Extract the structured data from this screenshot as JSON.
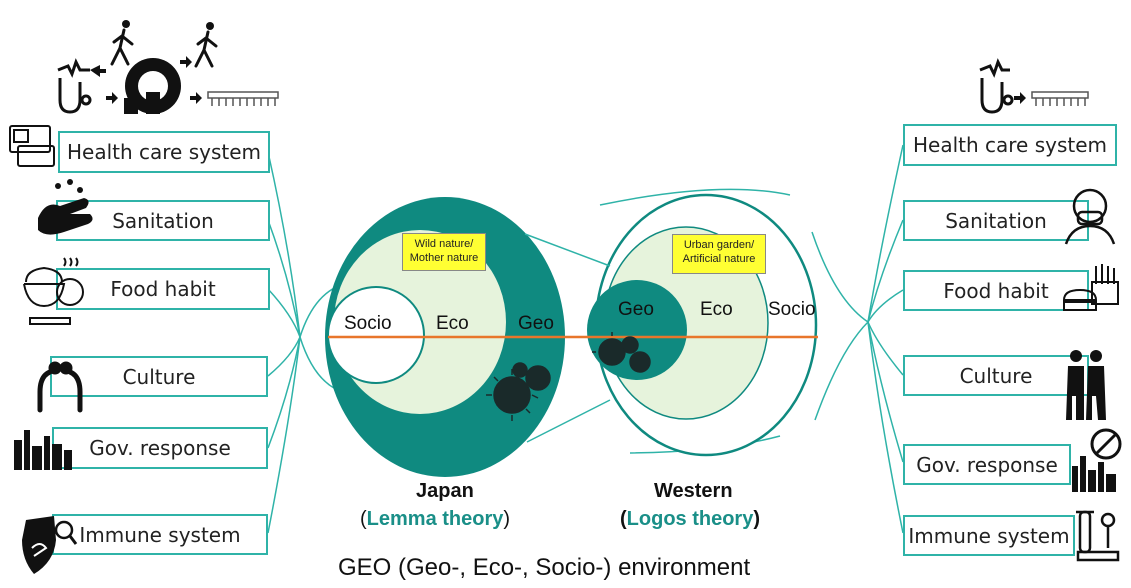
{
  "left_factors": [
    "Health care system",
    "Sanitation",
    "Food habit",
    "Culture",
    "Gov. response",
    "Immune system"
  ],
  "right_factors": [
    "Health care system",
    "Sanitation",
    "Food habit",
    "Culture",
    "Gov. response",
    "Immune system"
  ],
  "japan": {
    "callout_line1": "Wild nature/",
    "callout_line2": "Mother nature",
    "layer_socio": "Socio",
    "layer_eco": "Eco",
    "layer_geo": "Geo",
    "name": "Japan",
    "theory_open": "(",
    "theory": "Lemma theory",
    "theory_close": ")"
  },
  "western": {
    "callout_line1": "Urban garden/",
    "callout_line2": "Artificial nature",
    "layer_geo": "Geo",
    "layer_eco": "Eco",
    "layer_socio": "Socio",
    "name": "Western",
    "theory_open": "(",
    "theory": "Logos theory",
    "theory_close": ")"
  },
  "caption": "GEO (Geo-, Eco-, Socio-) environment",
  "colors": {
    "teal_dark": "#0f8a80",
    "teal_mid": "#2fb3a8",
    "pale": "#e6f3dc",
    "axis": "#e8762b",
    "callout": "#ffff33",
    "theory_text": "#1a8f88"
  },
  "icons": {
    "left": [
      "health-monitor-icon",
      "walking-person-icon",
      "mri-scanner-icon",
      "pcr-tubes-icon",
      "id-card-icon",
      "hand-washing-icon",
      "rice-bowl-icon",
      "bowing-icon",
      "city-skyline-icon",
      "immune-shield-icon"
    ],
    "right": [
      "health-monitor-icon",
      "pcr-tubes-icon",
      "face-mask-icon",
      "fast-food-icon",
      "hugging-icon",
      "no-entry-city-icon",
      "lab-test-icon"
    ],
    "virus": "virus-icon"
  }
}
